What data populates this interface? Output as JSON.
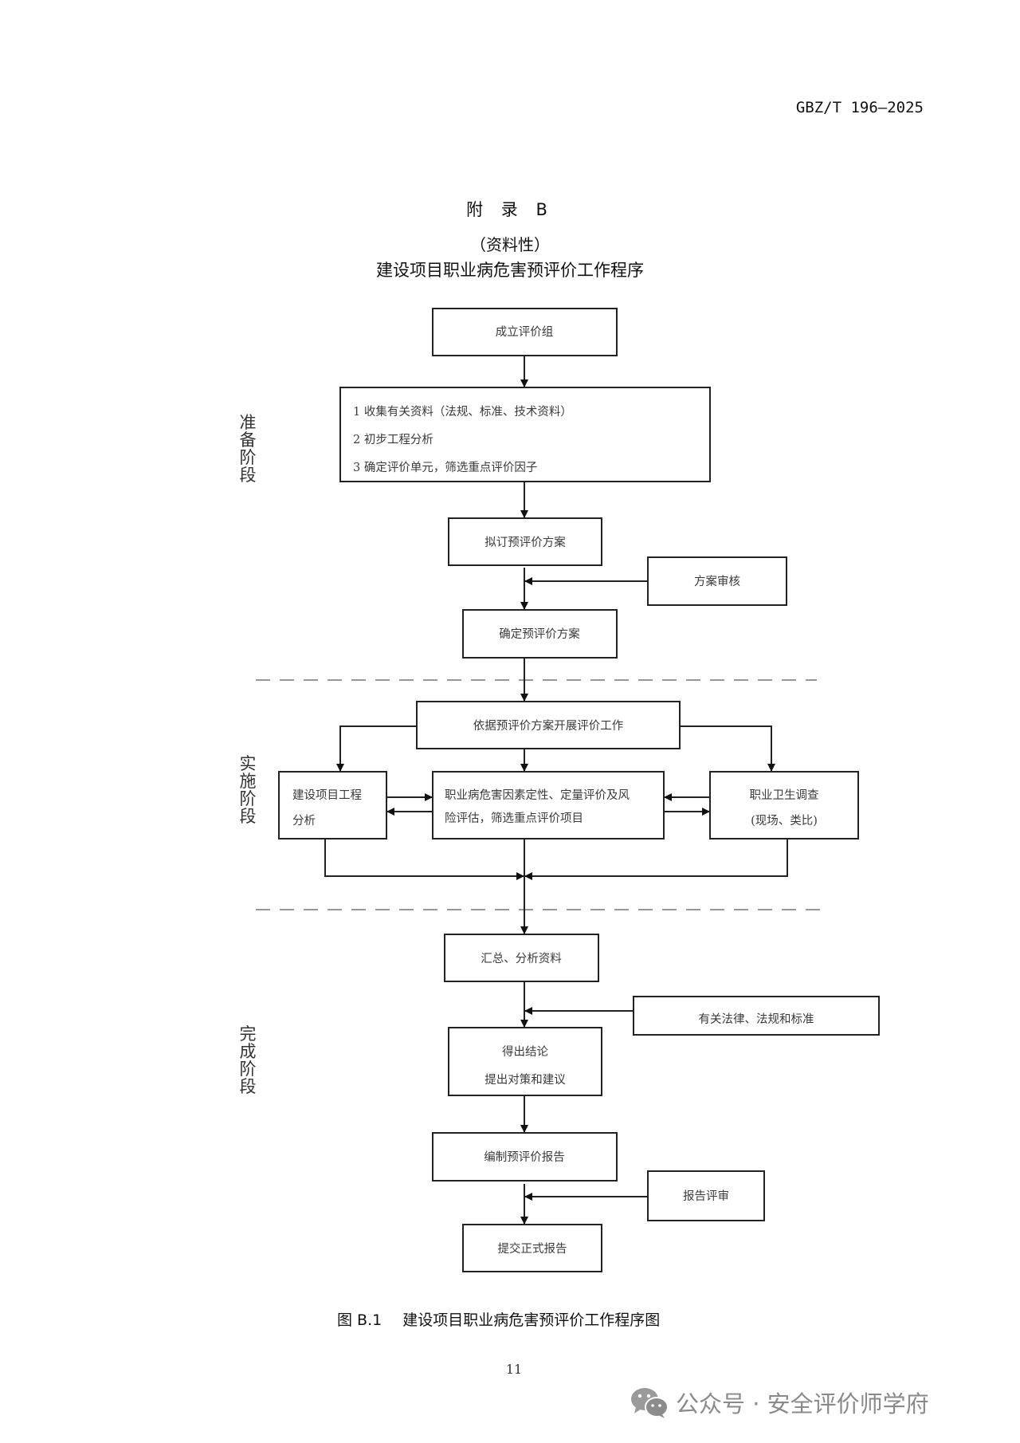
{
  "header": {
    "standard_number": "GBZ/T 196—2025"
  },
  "appendix": {
    "label": "附 录 B",
    "nature": "（资料性）",
    "title": "建设项目职业病危害预评价工作程序"
  },
  "phases": {
    "preparation": "准备阶段",
    "implementation": "实施阶段",
    "completion": "完成阶段"
  },
  "flowchart": {
    "establish_group": "成立评价组",
    "prep_steps": [
      "1 收集有关资料（法规、标准、技术资料）",
      "2 初步工程分析",
      "3 确定评价单元，筛选重点评价因子"
    ],
    "draft_plan": "拟订预评价方案",
    "plan_review": "方案审核",
    "confirm_plan": "确定预评价方案",
    "carry_out": "依据预评价方案开展评价工作",
    "engineering_analysis": [
      "建设项目工程",
      "分析"
    ],
    "hazard_evaluation": [
      "职业病危害因素定性、定量评价及风",
      "险评估，筛选重点评价项目"
    ],
    "hygiene_survey": [
      "职业卫生调查",
      "(现场、类比)"
    ],
    "summarize": "汇总、分析资料",
    "laws_standards": "有关法律、法规和标准",
    "conclusion": [
      "得出结论",
      "提出对策和建议"
    ],
    "compile_report": "编制预评价报告",
    "report_review": "报告评审",
    "submit_report": "提交正式报告"
  },
  "caption": {
    "figure_number": "图 B.1",
    "figure_title": "建设项目职业病危害预评价工作程序图"
  },
  "page_number": "11",
  "watermark": {
    "icon": "wechat-icon",
    "text": "公众号 · 安全评价师学府"
  }
}
